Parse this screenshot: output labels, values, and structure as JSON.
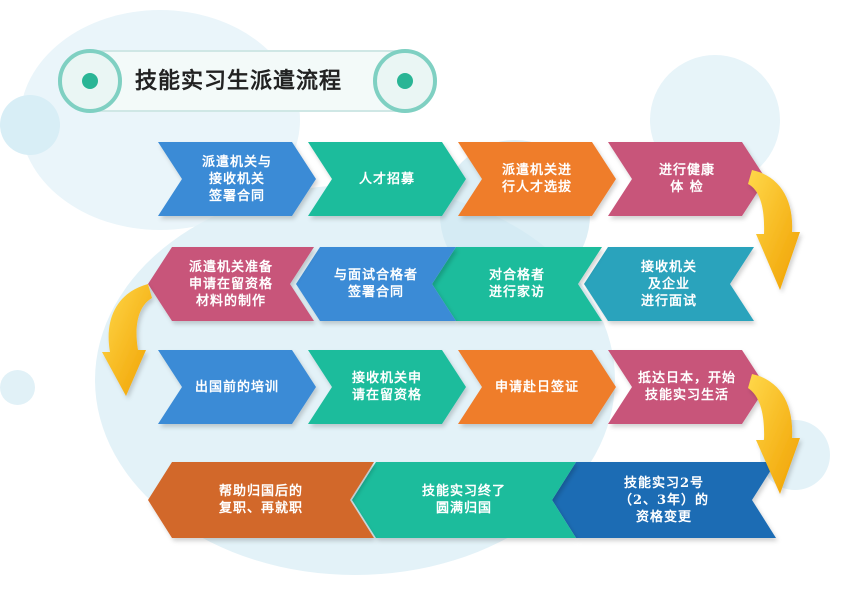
{
  "title": "技能实习生派遣流程",
  "colors": {
    "blue": "#3a8bd6",
    "teal": "#1dbc9c",
    "orange": "#ef7d2c",
    "pink": "#c8547a",
    "tealblue": "#2aa3bc",
    "darkorange": "#d2672a",
    "darkblue": "#1c6cb4",
    "arrow": "#f5b800"
  },
  "steps": [
    {
      "id": "s1",
      "text": "派遣机关与\n接收机关\n签署合同"
    },
    {
      "id": "s2",
      "text": "人才招募"
    },
    {
      "id": "s3",
      "text": "派遣机关进\n行人才选拔"
    },
    {
      "id": "s4",
      "text": "进行健康\n体 检"
    },
    {
      "id": "s5",
      "text": "接收机关\n及企业\n进行面试"
    },
    {
      "id": "s6",
      "text": "对合格者\n进行家访"
    },
    {
      "id": "s7",
      "text": "与面试合格者\n签署合同"
    },
    {
      "id": "s8",
      "text": "派遣机关准备\n申请在留资格\n材料的制作"
    },
    {
      "id": "s9",
      "text": "出国前的培训"
    },
    {
      "id": "s10",
      "text": "接收机关申\n请在留资格"
    },
    {
      "id": "s11",
      "text": "申请赴日签证"
    },
    {
      "id": "s12",
      "text": "抵达日本，开始\n技能实习生活"
    },
    {
      "id": "s13",
      "text": "技能实习2号\n（2、3年）的\n资格变更"
    },
    {
      "id": "s14",
      "text": "技能实习终了\n圆满归国"
    },
    {
      "id": "s15",
      "text": "帮助归国后的\n复职、再就职"
    }
  ]
}
